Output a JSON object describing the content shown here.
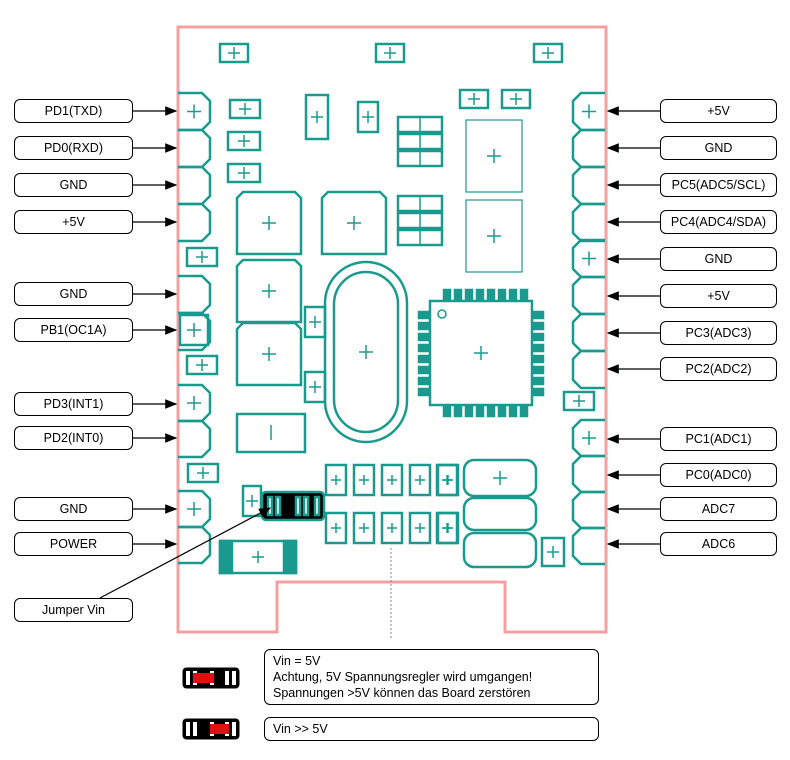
{
  "labels_left": [
    {
      "id": "pd1",
      "text": "PD1(TXD)"
    },
    {
      "id": "pd0",
      "text": "PD0(RXD)"
    },
    {
      "id": "gnd-l1",
      "text": "GND"
    },
    {
      "id": "5v-l1",
      "text": "+5V"
    },
    {
      "id": "gnd-l2",
      "text": "GND"
    },
    {
      "id": "pb1",
      "text": "PB1(OC1A)"
    },
    {
      "id": "pd3",
      "text": "PD3(INT1)"
    },
    {
      "id": "pd2",
      "text": "PD2(INT0)"
    },
    {
      "id": "gnd-l3",
      "text": "GND"
    },
    {
      "id": "power",
      "text": "POWER"
    }
  ],
  "labels_right": [
    {
      "id": "5v-r1",
      "text": "+5V"
    },
    {
      "id": "gnd-r1",
      "text": "GND"
    },
    {
      "id": "pc5",
      "text": "PC5(ADC5/SCL)"
    },
    {
      "id": "pc4",
      "text": "PC4(ADC4/SDA)"
    },
    {
      "id": "gnd-r2",
      "text": "GND"
    },
    {
      "id": "5v-r2",
      "text": "+5V"
    },
    {
      "id": "pc3",
      "text": "PC3(ADC3)"
    },
    {
      "id": "pc2",
      "text": "PC2(ADC2)"
    },
    {
      "id": "pc1",
      "text": "PC1(ADC1)"
    },
    {
      "id": "pc0",
      "text": "PC0(ADC0)"
    },
    {
      "id": "adc7",
      "text": "ADC7"
    },
    {
      "id": "adc6",
      "text": "ADC6"
    }
  ],
  "jumper_label": "Jumper Vin",
  "legend": {
    "bypass": {
      "lines": [
        "Vin = 5V",
        "Achtung, 5V Spannungsregler wird umgangen!",
        "Spannungen >5V können das Board zerstören"
      ]
    },
    "regulated": {
      "lines": [
        "Vin >> 5V"
      ]
    }
  },
  "colors": {
    "board_outline": "#f4a0a0",
    "component": "#1a9a8e",
    "jumper_red": "#e01010",
    "arrow": "#000000"
  }
}
